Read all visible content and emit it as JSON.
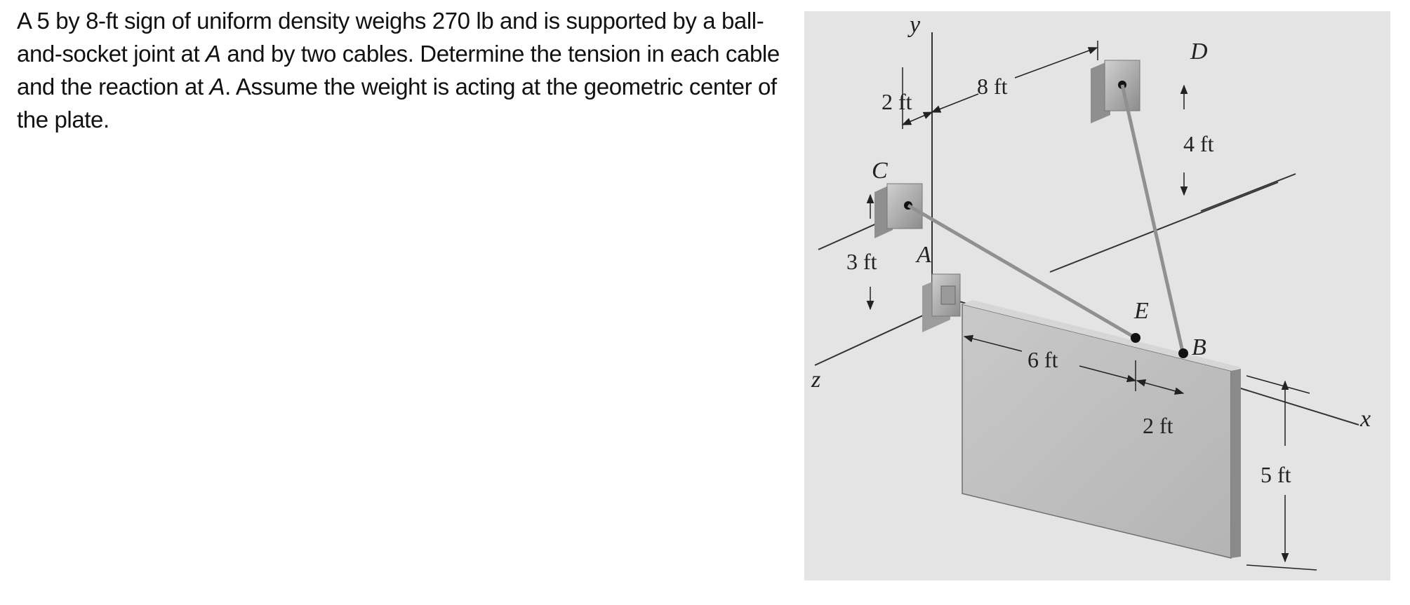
{
  "problem": {
    "p1": "A 5 by 8-ft sign of uniform density weighs 270 lb and is supported by a ball-and-socket joint at ",
    "pointA": "A",
    "p2": " and by two cables. Determine the tension in each cable and the reaction at ",
    "pointA2": "A",
    "p3": ". Assume the weight is acting at the geometric center of the plate."
  },
  "figure": {
    "axes": {
      "x": "x",
      "y": "y",
      "z": "z"
    },
    "points": {
      "A": "A",
      "B": "B",
      "C": "C",
      "D": "D",
      "E": "E"
    },
    "dimensions": {
      "d_2ft_top": "2 ft",
      "d_8ft": "8 ft",
      "d_4ft": "4 ft",
      "d_3ft": "3 ft",
      "d_6ft": "6 ft",
      "d_2ft_bottom": "2 ft",
      "d_5ft": "5 ft"
    },
    "colors": {
      "background": "#e4e4e4",
      "plate": "#bdbdbd",
      "cable": "#8f8f8f",
      "bracket": "#a9a9a9"
    }
  }
}
